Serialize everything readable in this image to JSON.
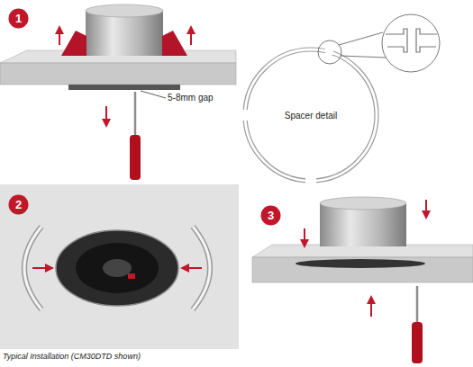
{
  "diagram": {
    "caption": "Typical Installation (CM30DTD shown)",
    "nodes": [
      {
        "text": [
          "1"
        ]
      },
      {
        "text": [
          "2"
        ]
      },
      {
        "text": [
          "3"
        ]
      }
    ],
    "labels": [
      "5-8mm gap",
      "Spacer detail"
    ]
  }
}
